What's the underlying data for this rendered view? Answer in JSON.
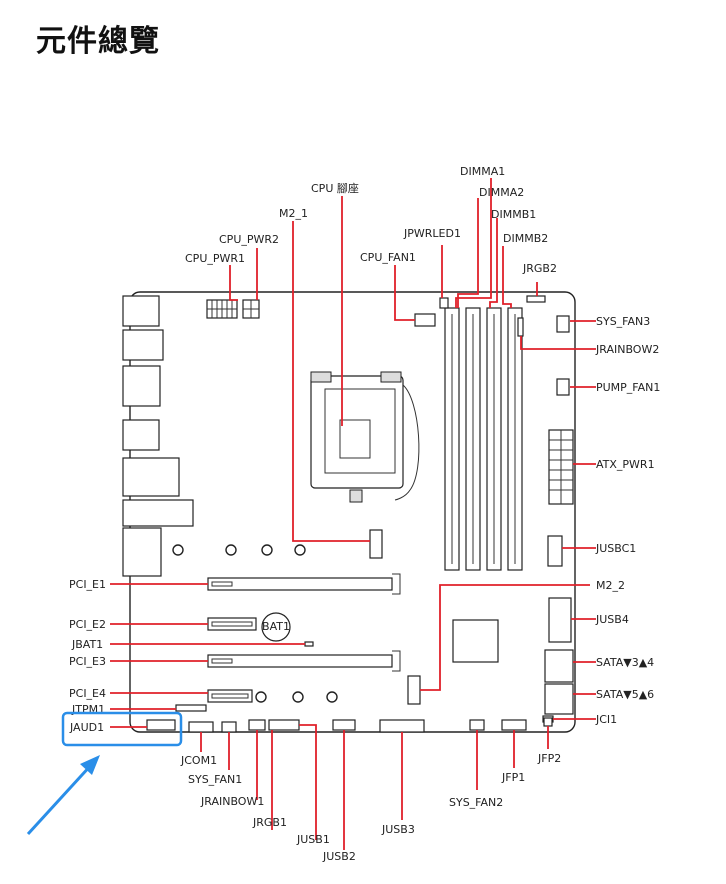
{
  "title": "元件總覽",
  "labels": {
    "cpu_socket": "CPU 腳座",
    "m2_1": "M2_1",
    "cpu_pwr2": "CPU_PWR2",
    "cpu_pwr1": "CPU_PWR1",
    "cpu_fan1": "CPU_FAN1",
    "jpwrled1": "JPWRLED1",
    "dimma1": "DIMMA1",
    "dimma2": "DIMMA2",
    "dimmb1": "DIMMB1",
    "dimmb2": "DIMMB2",
    "jrgb2": "JRGB2",
    "sys_fan3": "SYS_FAN3",
    "jrainbow2": "JRAINBOW2",
    "pump_fan1": "PUMP_FAN1",
    "atx_pwr1": "ATX_PWR1",
    "jusbc1": "JUSBC1",
    "m2_2": "M2_2",
    "jusb4": "JUSB4",
    "sata34": "SATA▼3▲4",
    "sata56": "SATA▼5▲6",
    "jci1": "JCI1",
    "jfp2": "JFP2",
    "jfp1": "JFP1",
    "sys_fan2": "SYS_FAN2",
    "jusb3": "JUSB3",
    "jusb2": "JUSB2",
    "jusb1": "JUSB1",
    "jrgb1": "JRGB1",
    "jrainbow1": "JRAINBOW1",
    "sys_fan1": "SYS_FAN1",
    "jcom1": "JCOM1",
    "jaud1": "JAUD1",
    "jtpm1": "JTPM1",
    "pci_e4": "PCI_E4",
    "pci_e3": "PCI_E3",
    "jbat1": "JBAT1",
    "pci_e2": "PCI_E2",
    "pci_e1": "PCI_E1",
    "bat1": "BAT1"
  },
  "colors": {
    "leader": "#e0202a",
    "highlight": "#2a8ee8",
    "outline": "#222222"
  }
}
